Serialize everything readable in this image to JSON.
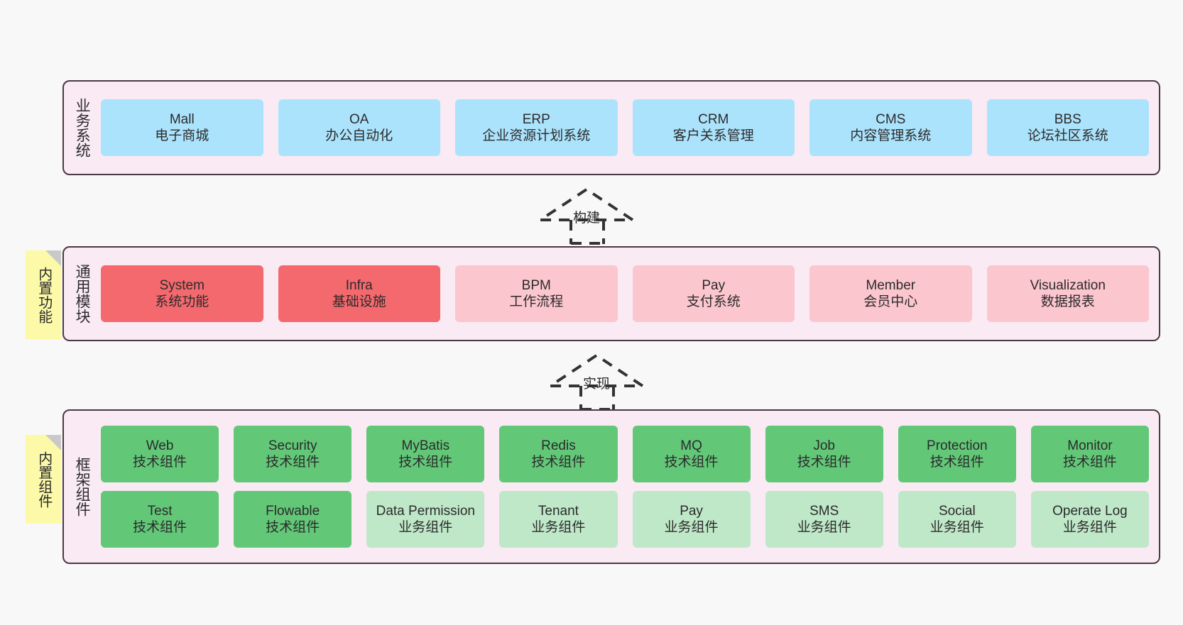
{
  "diagram": {
    "title": "",
    "background": "#f8f8f8",
    "colors": {
      "layer_fill": "#f9eaf4",
      "layer_stroke": "#4a3a42",
      "blue": "#ace3fc",
      "red": "#f4696e",
      "pink": "#fbc6ce",
      "green": "#62c878",
      "light_green": "#bfe8c8",
      "note": "#fcf9a8",
      "note_fold": "#c9c9c9",
      "text": "#2b2b2b"
    }
  },
  "layers": [
    {
      "id": "business-systems",
      "label": "业务系统",
      "rows": [
        {
          "cards": [
            {
              "name": "mall",
              "title": "Mall",
              "subtitle": "电子商城",
              "color": "blue"
            },
            {
              "name": "oa",
              "title": "OA",
              "subtitle": "办公自动化",
              "color": "blue"
            },
            {
              "name": "erp",
              "title": "ERP",
              "subtitle": "企业资源计划系统",
              "color": "blue"
            },
            {
              "name": "crm",
              "title": "CRM",
              "subtitle": "客户关系管理",
              "color": "blue"
            },
            {
              "name": "cms",
              "title": "CMS",
              "subtitle": "内容管理系统",
              "color": "blue"
            },
            {
              "name": "bbs",
              "title": "BBS",
              "subtitle": "论坛社区系统",
              "color": "blue"
            }
          ]
        }
      ]
    },
    {
      "id": "common-modules",
      "label": "通用模块",
      "note": "内置功能",
      "rows": [
        {
          "cards": [
            {
              "name": "system",
              "title": "System",
              "subtitle": "系统功能",
              "color": "red"
            },
            {
              "name": "infra",
              "title": "Infra",
              "subtitle": "基础设施",
              "color": "red"
            },
            {
              "name": "bpm",
              "title": "BPM",
              "subtitle": "工作流程",
              "color": "pink"
            },
            {
              "name": "pay",
              "title": "Pay",
              "subtitle": "支付系统",
              "color": "pink"
            },
            {
              "name": "member",
              "title": "Member",
              "subtitle": "会员中心",
              "color": "pink"
            },
            {
              "name": "visualization",
              "title": "Visualization",
              "subtitle": "数据报表",
              "color": "pink"
            }
          ]
        }
      ]
    },
    {
      "id": "framework-components",
      "label": "框架组件",
      "note": "内置组件",
      "rows": [
        {
          "cards": [
            {
              "name": "web",
              "title": "Web",
              "subtitle": "技术组件",
              "color": "green"
            },
            {
              "name": "security",
              "title": "Security",
              "subtitle": "技术组件",
              "color": "green"
            },
            {
              "name": "mybatis",
              "title": "MyBatis",
              "subtitle": "技术组件",
              "color": "green"
            },
            {
              "name": "redis",
              "title": "Redis",
              "subtitle": "技术组件",
              "color": "green"
            },
            {
              "name": "mq",
              "title": "MQ",
              "subtitle": "技术组件",
              "color": "green"
            },
            {
              "name": "job",
              "title": "Job",
              "subtitle": "技术组件",
              "color": "green"
            },
            {
              "name": "protection",
              "title": "Protection",
              "subtitle": "技术组件",
              "color": "green"
            },
            {
              "name": "monitor",
              "title": "Monitor",
              "subtitle": "技术组件",
              "color": "green"
            }
          ]
        },
        {
          "cards": [
            {
              "name": "test",
              "title": "Test",
              "subtitle": "技术组件",
              "color": "green"
            },
            {
              "name": "flowable",
              "title": "Flowable",
              "subtitle": "技术组件",
              "color": "green"
            },
            {
              "name": "data-permission",
              "title": "Data Permission",
              "subtitle": "业务组件",
              "color": "light_green"
            },
            {
              "name": "tenant",
              "title": "Tenant",
              "subtitle": "业务组件",
              "color": "light_green"
            },
            {
              "name": "pay-component",
              "title": "Pay",
              "subtitle": "业务组件",
              "color": "light_green"
            },
            {
              "name": "sms",
              "title": "SMS",
              "subtitle": "业务组件",
              "color": "light_green"
            },
            {
              "name": "social",
              "title": "Social",
              "subtitle": "业务组件",
              "color": "light_green"
            },
            {
              "name": "operate-log",
              "title": "Operate Log",
              "subtitle": "业务组件",
              "color": "light_green"
            }
          ]
        }
      ]
    }
  ],
  "connectors": [
    {
      "id": "build",
      "label": "构建",
      "from": "common-modules",
      "to": "business-systems",
      "style": "dashed-realization"
    },
    {
      "id": "implement",
      "label": "实现",
      "from": "framework-components",
      "to": "common-modules",
      "style": "dashed-realization"
    }
  ]
}
